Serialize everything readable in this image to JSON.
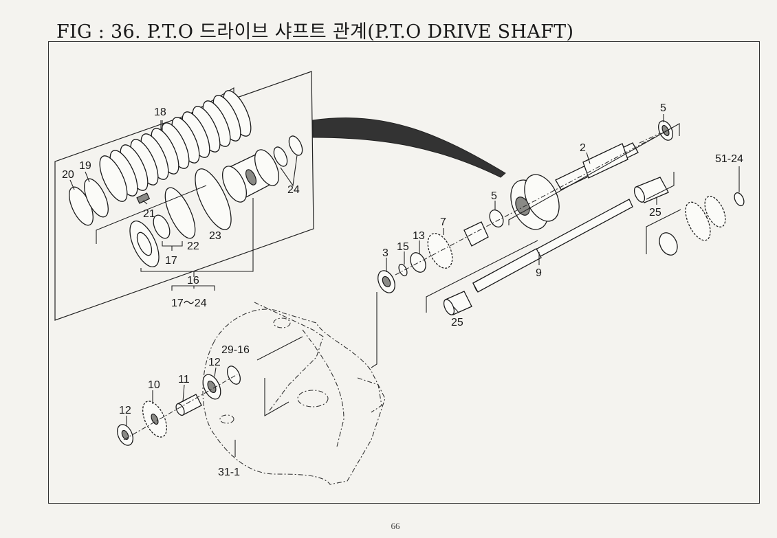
{
  "header": {
    "title": "FIG : 36. P.T.O 드라이브 샤프트 관계(P.T.O DRIVE SHAFT)"
  },
  "footer": {
    "page_number": "66"
  },
  "callouts": {
    "c18": "18",
    "c20": "20",
    "c19": "19",
    "c21": "21",
    "c24": "24",
    "c22": "22",
    "c23": "23",
    "c17": "17",
    "c16": "16",
    "c17_24": "17～24",
    "c5a": "5",
    "c2": "2",
    "c51_24": "51-24",
    "c5b": "5",
    "c25a": "25",
    "c7": "7",
    "c13": "13",
    "c15": "15",
    "c3": "3",
    "c9": "9",
    "c25b": "25",
    "c29_16": "29-16",
    "c12a": "12",
    "c10": "10",
    "c11": "11",
    "c12b": "12",
    "c31_1": "31-1"
  }
}
